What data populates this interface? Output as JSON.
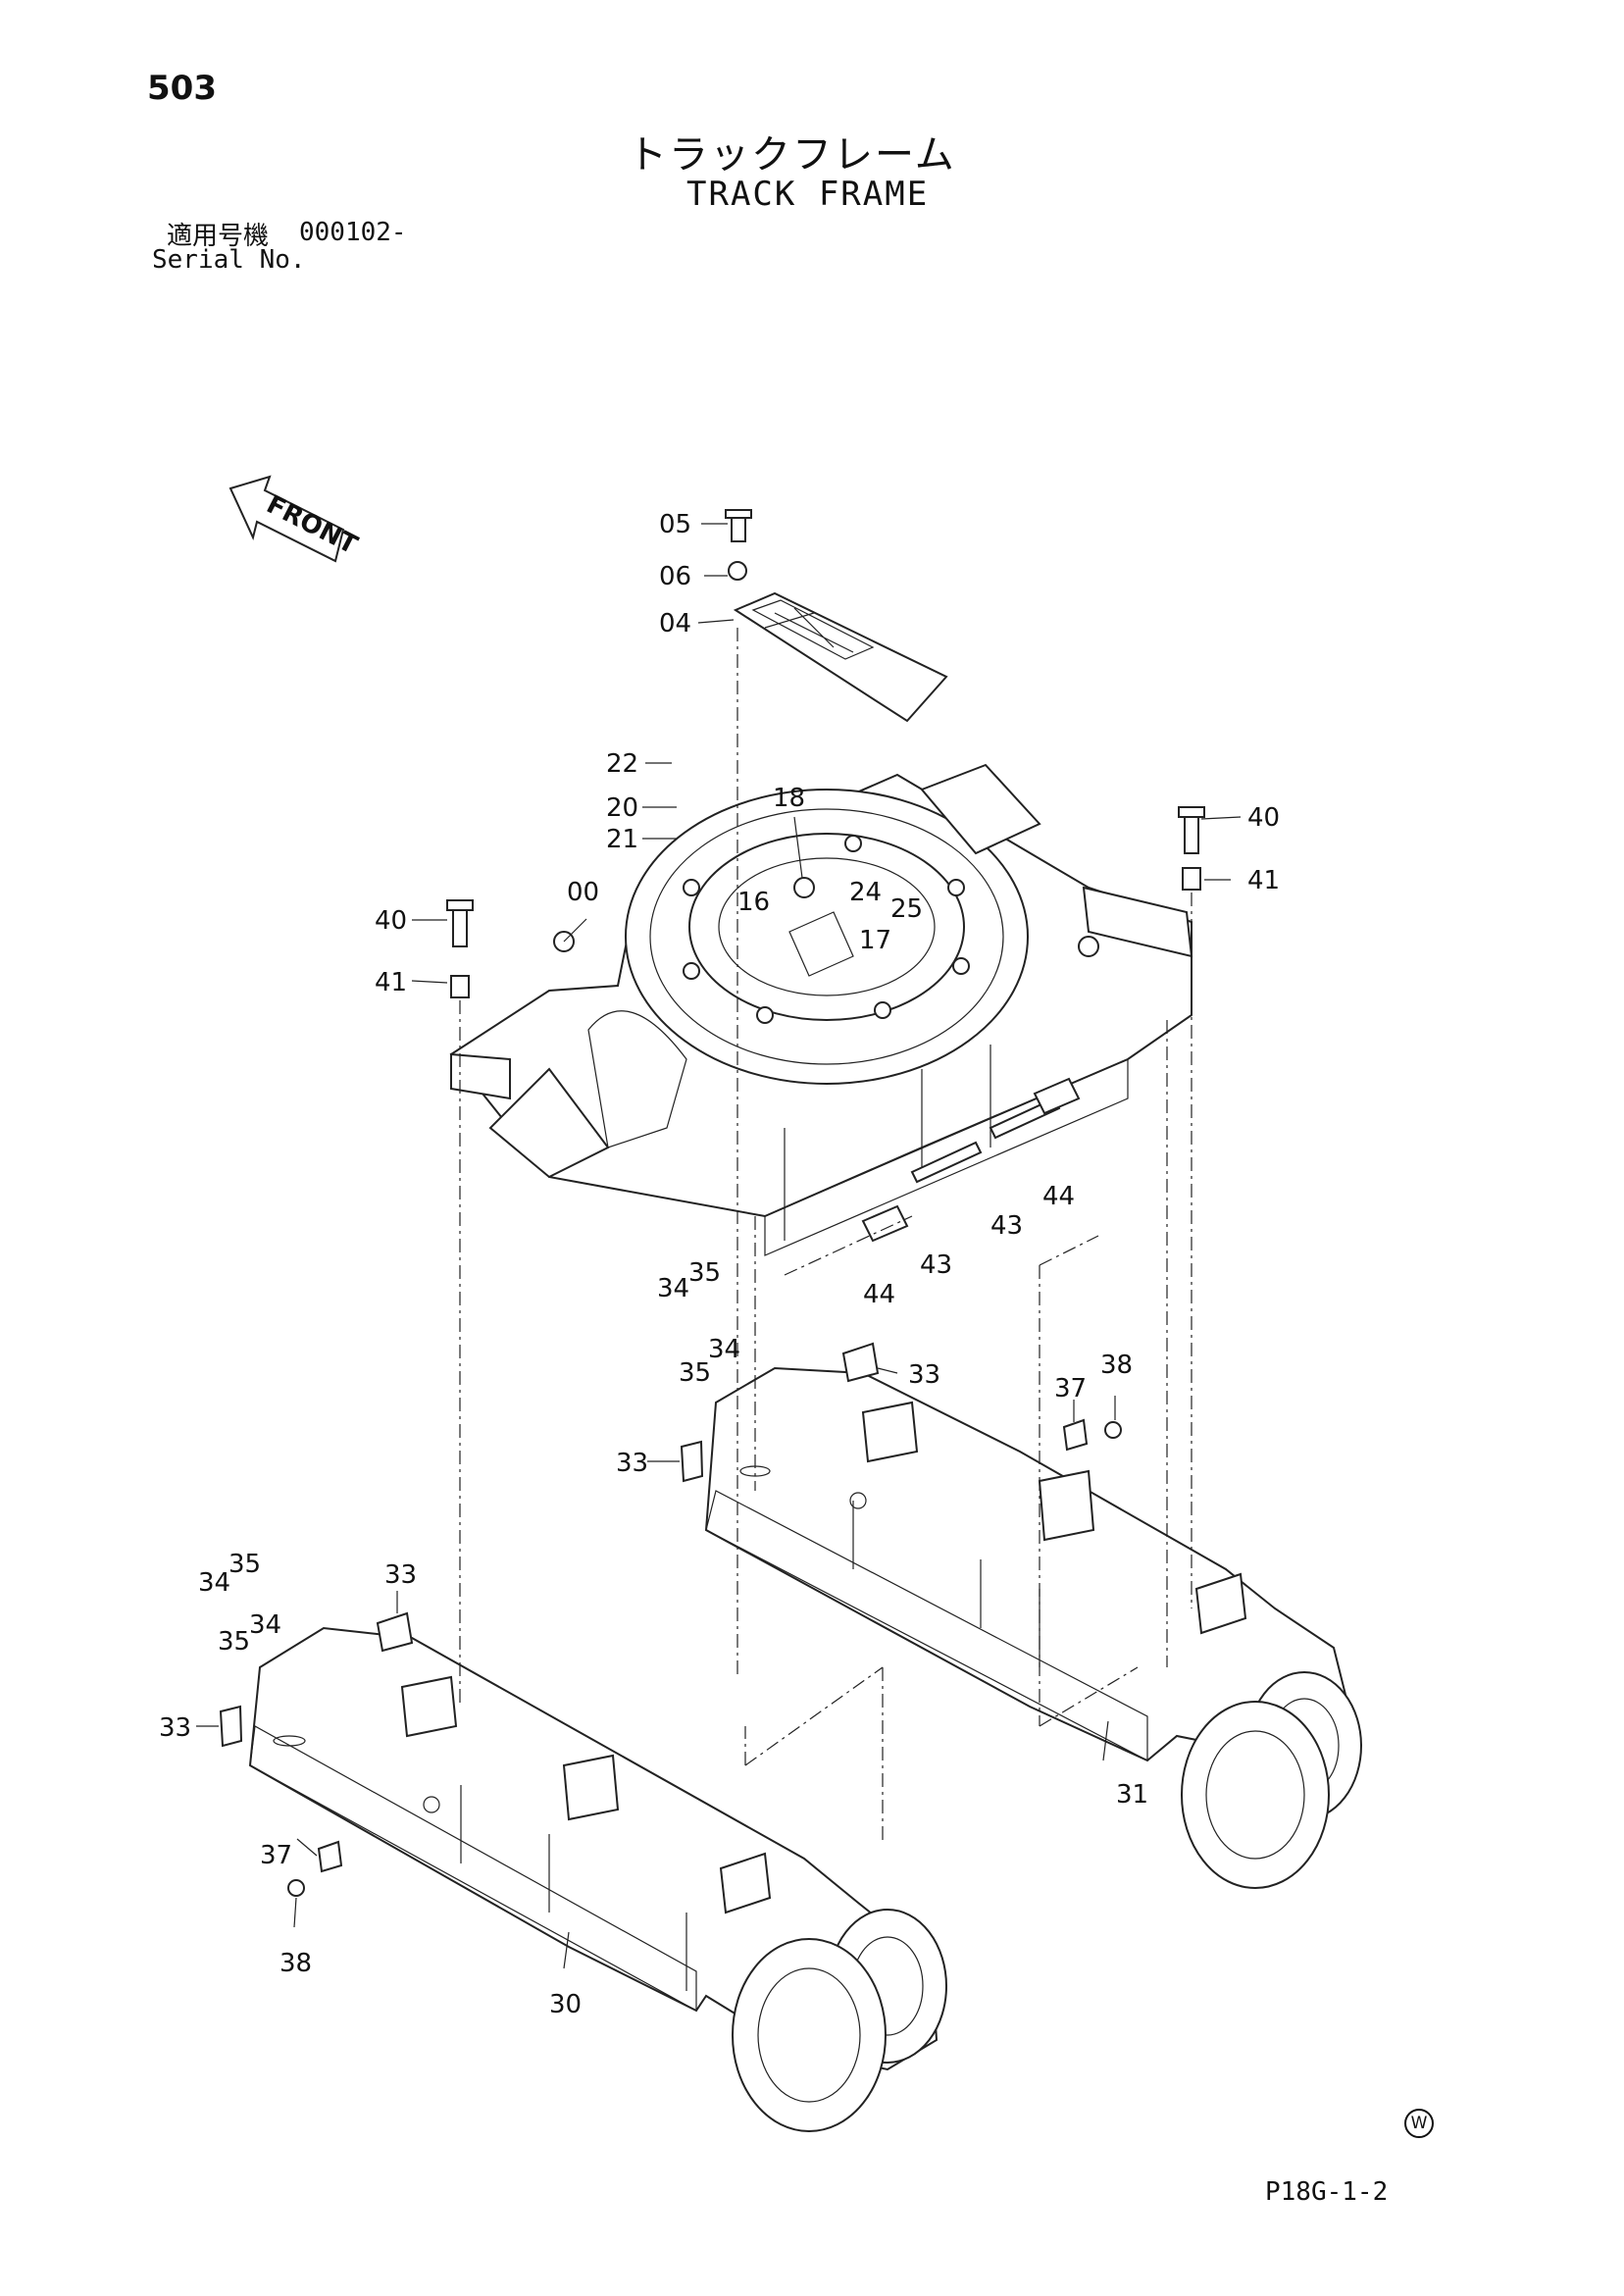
{
  "page_number": "503",
  "title_jp": "トラックフレーム",
  "title_en": "TRACK FRAME",
  "serial": {
    "label_jp": "適用号機",
    "value": "000102-",
    "label_en": "Serial No."
  },
  "front_arrow_label": "FRONT",
  "page_code": "P18G-1-2",
  "w_mark": "W",
  "parts": {
    "p05": "05",
    "p06": "06",
    "p04": "04",
    "p22": "22",
    "p20": "20",
    "p21": "21",
    "p18": "18",
    "p16": "16",
    "p24": "24",
    "p25": "25",
    "p17": "17",
    "p00": "00",
    "p40a": "40",
    "p41a": "41",
    "p40b": "40",
    "p41b": "41",
    "p43a": "43",
    "p44a": "44",
    "p43b": "43",
    "p44b": "44",
    "p34a": "34",
    "p35a": "35",
    "p34b": "34",
    "p35b": "35",
    "p33a": "33",
    "p33b": "33",
    "p37a": "37",
    "p38a": "38",
    "p31": "31",
    "p35c": "35",
    "p34c": "34",
    "p35d": "35",
    "p34d": "34",
    "p33c": "33",
    "p33d": "33",
    "p37b": "37",
    "p38b": "38",
    "p30": "30"
  }
}
